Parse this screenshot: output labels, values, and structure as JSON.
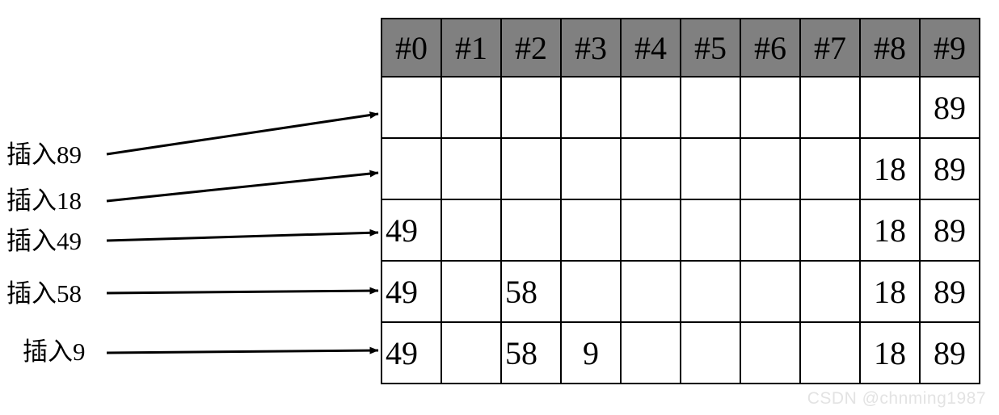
{
  "diagram": {
    "title_text": "",
    "colors": {
      "header_fill": "#808080",
      "cell_fill": "#ffffff",
      "border": "#000000",
      "text": "#000000",
      "watermark": "#e3e3e3"
    },
    "steps": [
      {
        "label": "插入89",
        "value": "89",
        "slot": 9
      },
      {
        "label": "插入18",
        "value": "18",
        "slot": 8
      },
      {
        "label": "插入49",
        "value": "49",
        "slot": 0
      },
      {
        "label": "插入58",
        "value": "58",
        "slot": 2
      },
      {
        "label": "插入9",
        "value": "9",
        "slot": 3
      }
    ]
  },
  "table": {
    "headers": [
      "#0",
      "#1",
      "#2",
      "#3",
      "#4",
      "#5",
      "#6",
      "#7",
      "#8",
      "#9"
    ],
    "rows": [
      [
        "",
        "",
        "",
        "",
        "",
        "",
        "",
        "",
        "",
        "89"
      ],
      [
        "",
        "",
        "",
        "",
        "",
        "",
        "",
        "",
        "18",
        "89"
      ],
      [
        "49",
        "",
        "",
        "",
        "",
        "",
        "",
        "",
        "18",
        "89"
      ],
      [
        "49",
        "",
        "58",
        "",
        "",
        "",
        "",
        "",
        "18",
        "89"
      ],
      [
        "49",
        "",
        "58",
        "9",
        "",
        "",
        "",
        "",
        "18",
        "89"
      ]
    ]
  },
  "watermark": {
    "text": "CSDN @chnming1987"
  }
}
